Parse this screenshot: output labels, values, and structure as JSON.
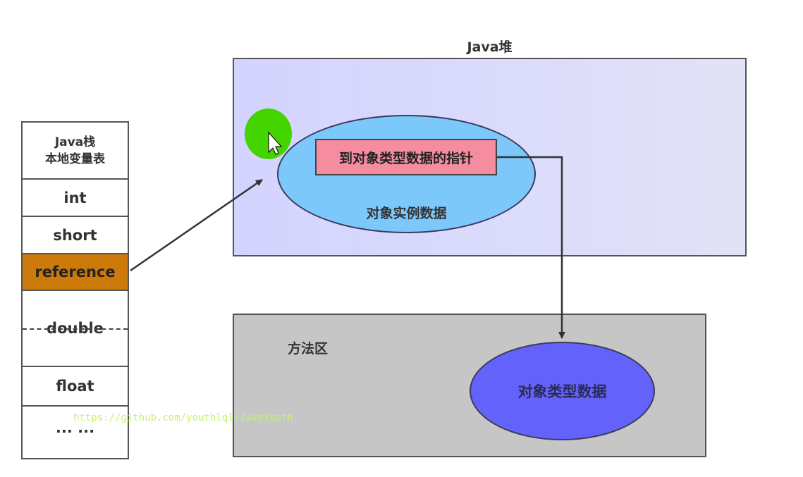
{
  "stack": {
    "header_line1": "Java栈",
    "header_line2": "本地变量表",
    "rows": [
      "int",
      "short",
      "reference",
      "double",
      "float",
      "... ..."
    ],
    "highlight_color": "#cc7a0a"
  },
  "heap": {
    "title": "Java堆",
    "instance_label": "对象实例数据",
    "pointer_label": "到对象类型数据的指针"
  },
  "method_area": {
    "title": "方法区",
    "type_data_label": "对象类型数据"
  },
  "watermark": "https://github.com/youthlql/JavaYouth",
  "colors": {
    "heap_bg": "#d3d3ff",
    "instance_ellipse": "#7cc8fb",
    "pointer_box": "#f58ca0",
    "method_bg": "#c6c6c6",
    "type_ellipse": "#6363fb",
    "cursor_highlight": "#44d400"
  }
}
